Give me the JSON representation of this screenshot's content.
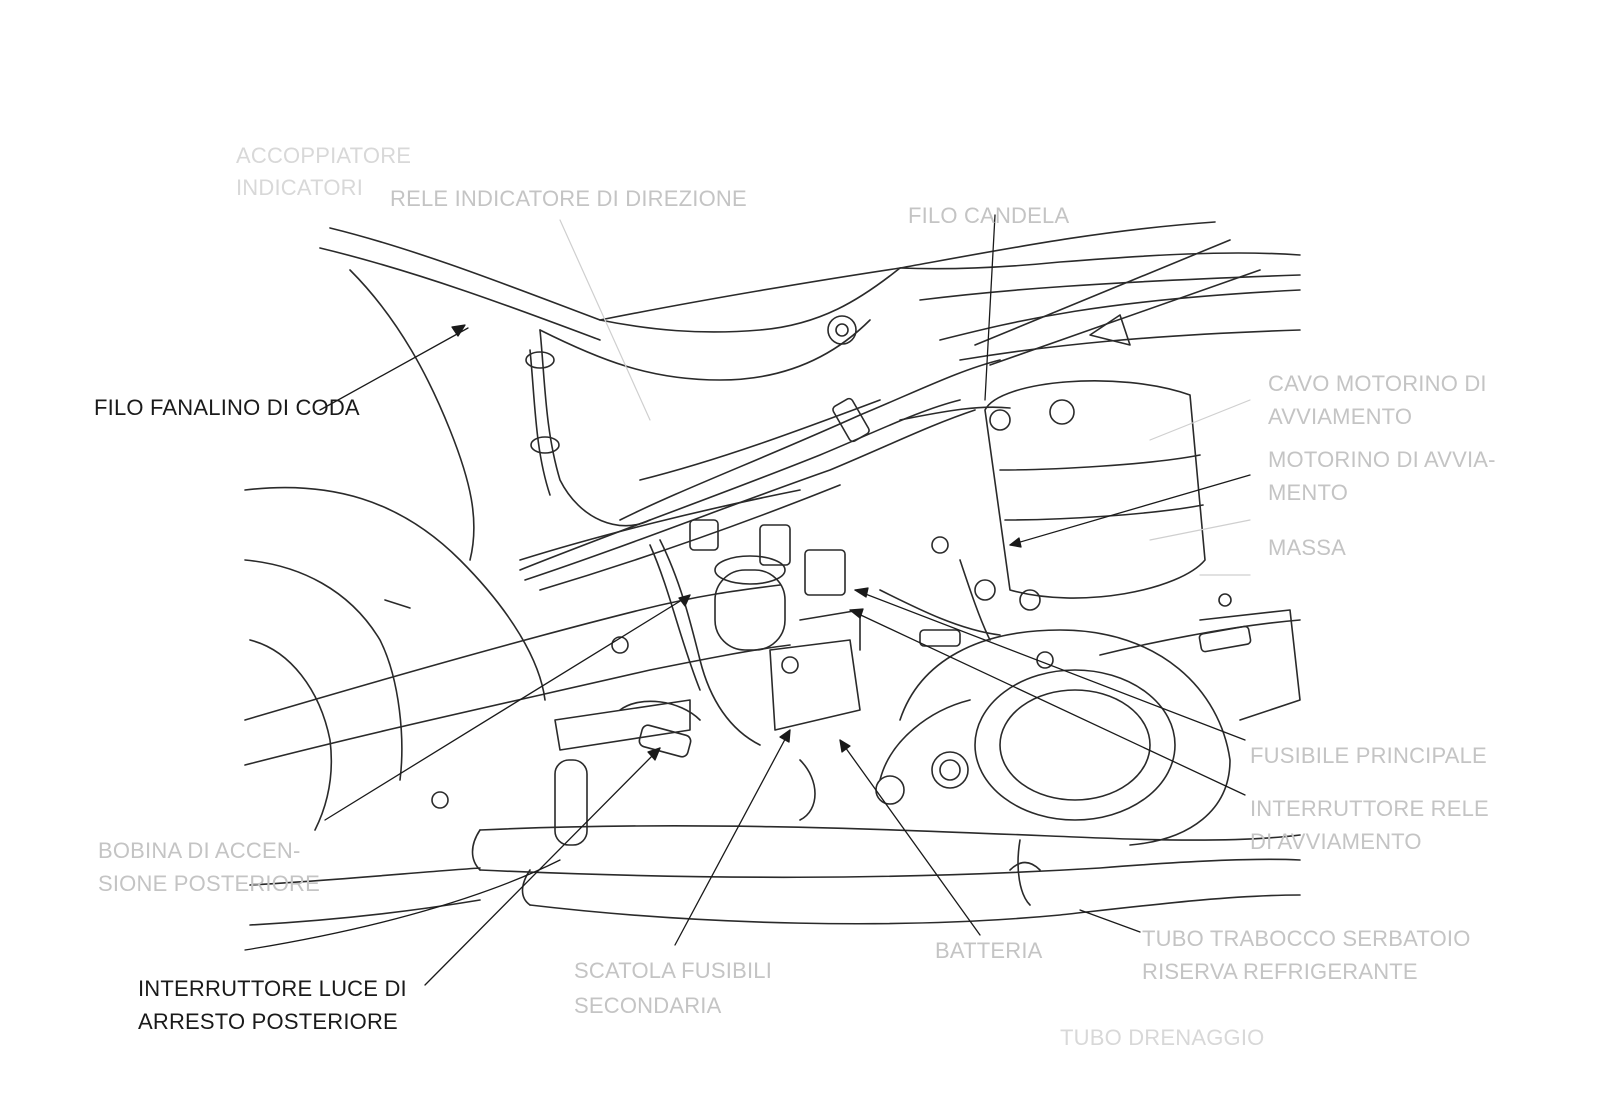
{
  "title": "",
  "colors": {
    "ink": "#1a1a1a",
    "faint_ink": "#c4c4c4",
    "background": "#ffffff"
  },
  "labels": {
    "tail_light_wire": "FILO FANALINO DI CODA",
    "rear_brake_switch_1": "INTERRUTTORE LUCE DI",
    "rear_brake_switch_2": "ARRESTO POSTERIORE",
    "spark_plug_wire": "FILO CANDELA",
    "turn_signal_relay": "RELE INDICATORE DI DIREZIONE",
    "top_left_1": "ACCOPPIATORE",
    "top_left_2": "INDICATORI",
    "starter_cable_1": "CAVO MOTORINO DI",
    "starter_cable_2": "AVVIAMENTO",
    "starter_motor_1": "MOTORINO DI AVVIA-",
    "starter_motor_2": "MENTO",
    "ground": "MASSA",
    "main_fuse": "FUSIBILE PRINCIPALE",
    "starter_relay_1": "INTERRUTTORE RELE",
    "starter_relay_2": "DI AVVIAMENTO",
    "ignition_coil_1": "BOBINA DI ACCEN-",
    "ignition_coil_2": "SIONE POSTERIORE",
    "fuse_box_1": "SCATOLA FUSIBILI",
    "fuse_box_2": "SECONDARIA",
    "battery": "BATTERIA",
    "coolant_tube_1": "TUBO TRABOCCO SERBATOIO",
    "coolant_tube_2": "RISERVA REFRIGERANTE",
    "bottom_right": "TUBO DRENAGGIO"
  }
}
